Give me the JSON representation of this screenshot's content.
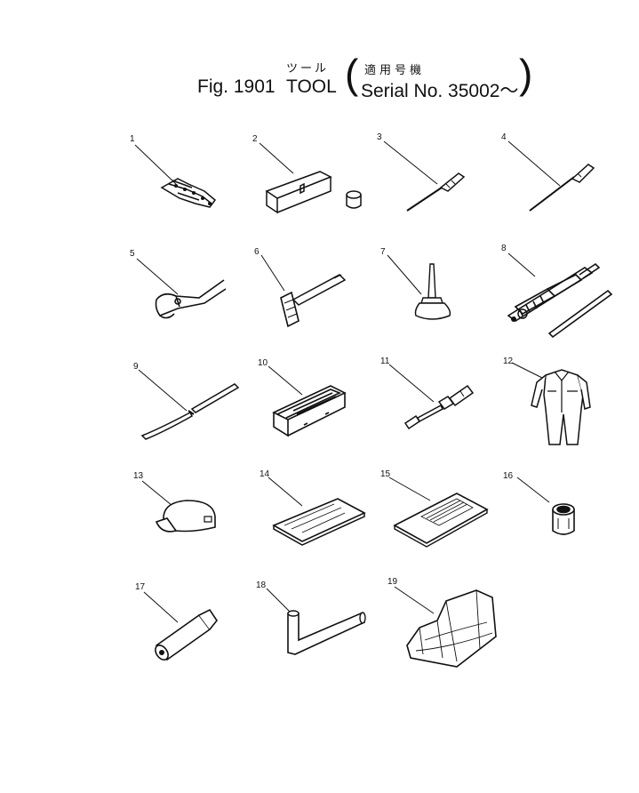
{
  "header": {
    "fig_label": "Fig. 1901",
    "title_jp": "ツール",
    "title_en": "TOOL",
    "applicability_jp": "適用号機",
    "serial": "Serial No. 35002～",
    "paren_open": "(",
    "paren_close": ")"
  },
  "items": [
    {
      "number": "1",
      "icon": "hex-wrench-set-icon"
    },
    {
      "number": "2",
      "icon": "tool-box-icon"
    },
    {
      "number": "3",
      "icon": "screwdriver-icon"
    },
    {
      "number": "4",
      "icon": "screwdriver-icon"
    },
    {
      "number": "5",
      "icon": "pliers-icon"
    },
    {
      "number": "6",
      "icon": "hammer-icon"
    },
    {
      "number": "7",
      "icon": "oil-can-icon"
    },
    {
      "number": "8",
      "icon": "grease-gun-icon"
    },
    {
      "number": "9",
      "icon": "bar-icon"
    },
    {
      "number": "10",
      "icon": "tool-case-icon"
    },
    {
      "number": "11",
      "icon": "extension-icon"
    },
    {
      "number": "12",
      "icon": "coveralls-icon"
    },
    {
      "number": "13",
      "icon": "cap-icon"
    },
    {
      "number": "14",
      "icon": "manual-icon"
    },
    {
      "number": "15",
      "icon": "parts-list-icon"
    },
    {
      "number": "16",
      "icon": "socket-icon"
    },
    {
      "number": "17",
      "icon": "socket-extension-icon"
    },
    {
      "number": "18",
      "icon": "l-wrench-icon"
    },
    {
      "number": "19",
      "icon": "cover-icon"
    }
  ]
}
